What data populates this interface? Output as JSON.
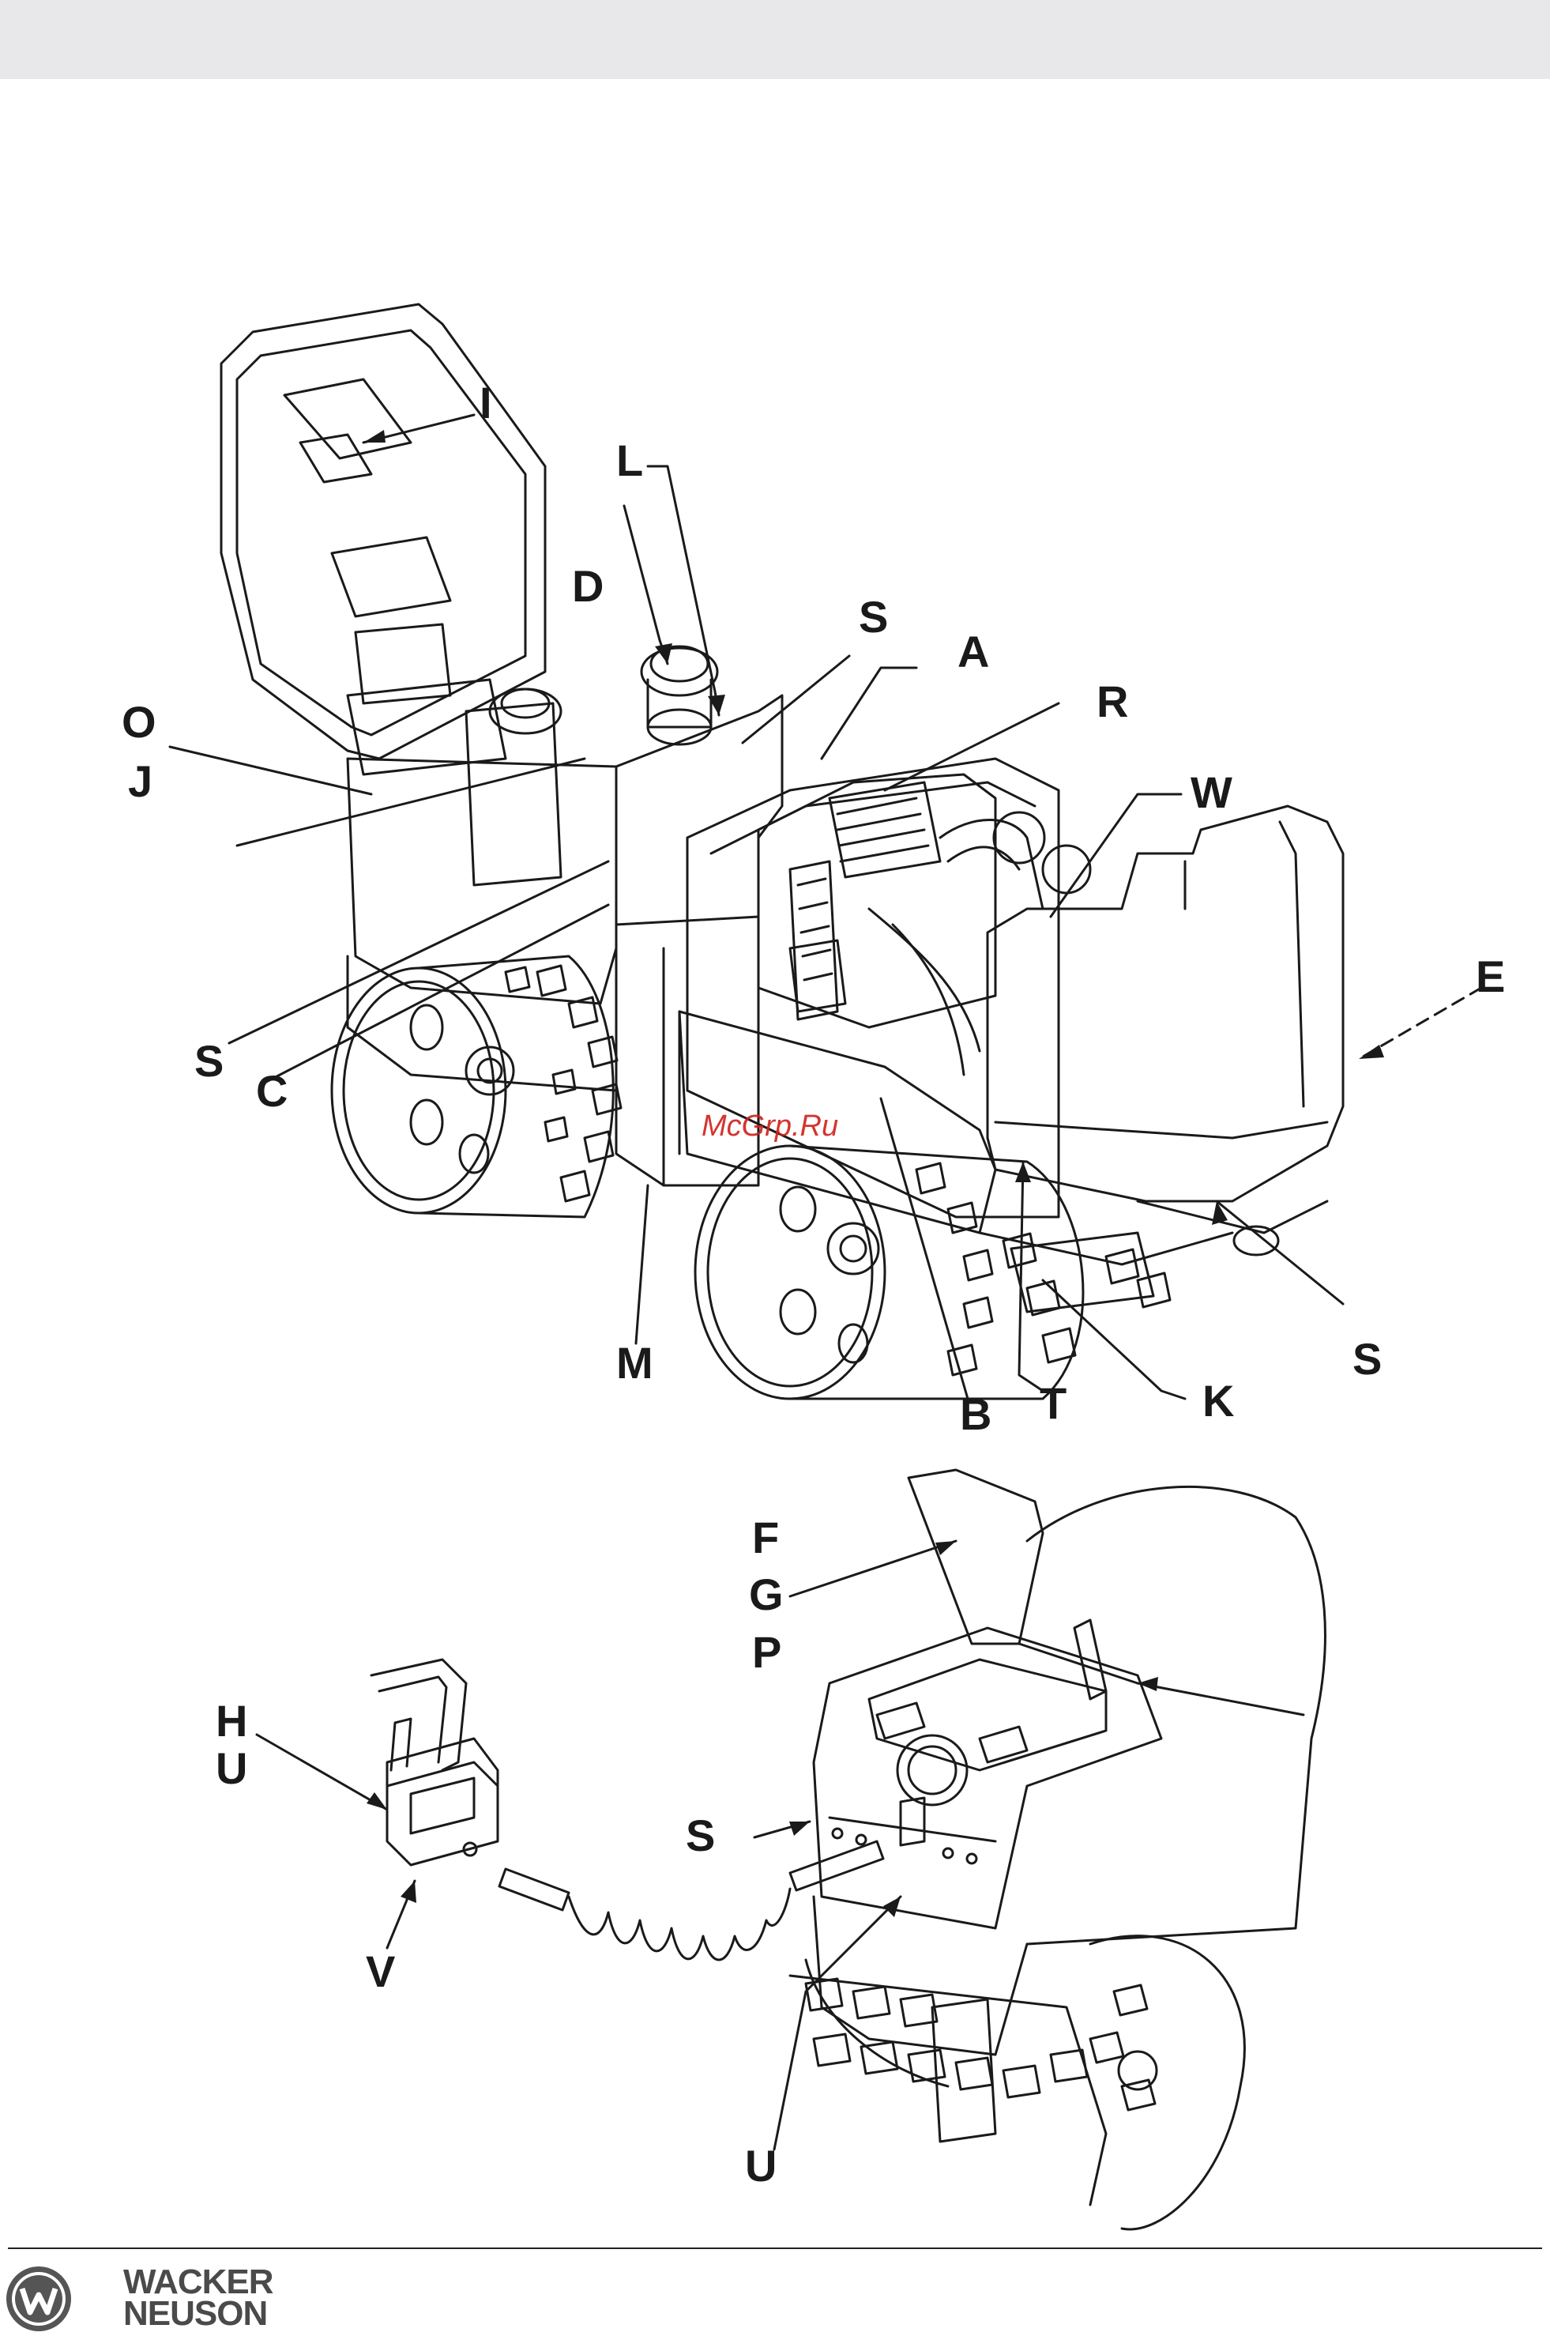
{
  "watermark": "McGrp.Ru",
  "brand": {
    "line1": "WACKER",
    "line2": "NEUSON"
  },
  "labels": {
    "I": "I",
    "L": "L",
    "D": "D",
    "S1": "S",
    "A": "A",
    "R": "R",
    "O": "O",
    "J": "J",
    "W": "W",
    "E": "E",
    "S2": "S",
    "C": "C",
    "M": "M",
    "B": "B",
    "T": "T",
    "K": "K",
    "S3": "S",
    "F": "F",
    "G": "G",
    "P": "P",
    "H": "H",
    "U1": "U",
    "S4": "S",
    "V": "V",
    "U2": "U"
  }
}
